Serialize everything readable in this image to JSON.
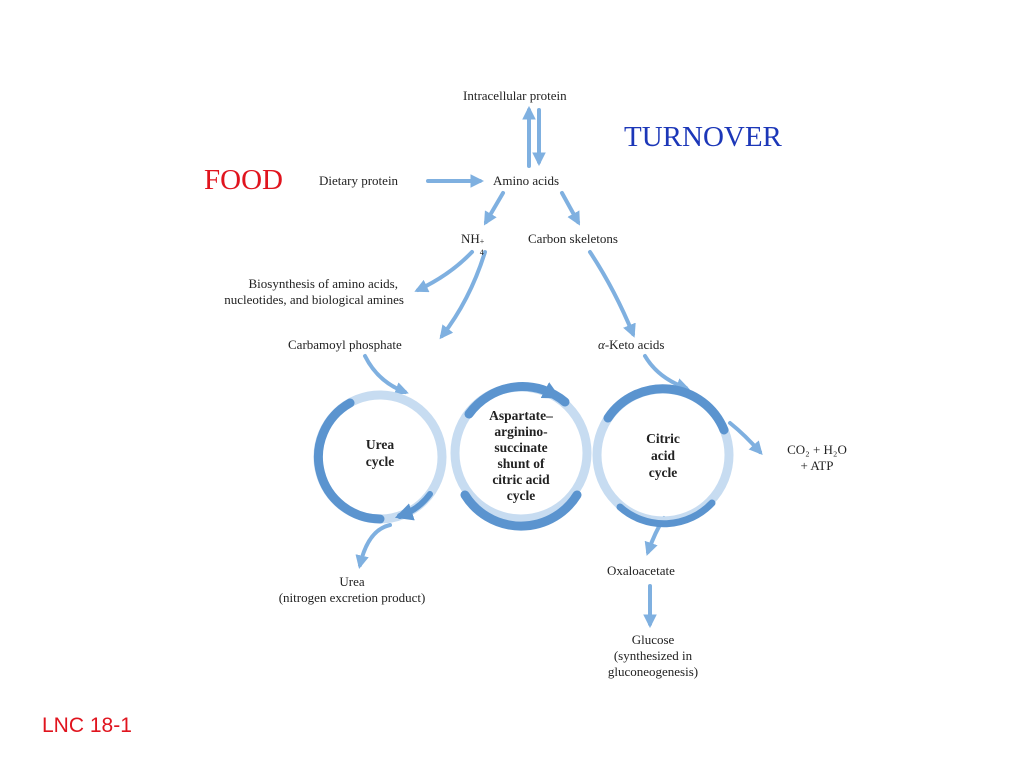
{
  "slide": {
    "food_label": "FOOD",
    "turnover_label": "TURNOVER",
    "footer_ref": "LNC 18-1"
  },
  "diagram": {
    "intracellular_protein": "Intracellular protein",
    "dietary_protein": "Dietary protein",
    "amino_acids": "Amino acids",
    "nh4": {
      "base": "NH",
      "sup": "+",
      "sub": "4"
    },
    "carbon_skeletons": "Carbon skeletons",
    "biosynthesis": [
      "Biosynthesis of amino acids,",
      "nucleotides, and biological amines"
    ],
    "carbamoyl_phosphate": "Carbamoyl phosphate",
    "keto_acids": {
      "greek": "α",
      "rest": "-Keto acids"
    },
    "urea_cycle": [
      "Urea",
      "cycle"
    ],
    "shunt": [
      "Aspartate–",
      "arginino-",
      "succinate",
      "shunt of",
      "citric acid",
      "cycle"
    ],
    "citric_cycle": [
      "Citric",
      "acid",
      "cycle"
    ],
    "products": {
      "line1": "CO₂ + H₂O",
      "line2": "+ ATP"
    },
    "urea": [
      "Urea",
      "(nitrogen excretion product)"
    ],
    "oxaloacetate": "Oxaloacetate",
    "glucose": [
      "Glucose",
      "(synthesized in",
      "gluconeogenesis)"
    ]
  },
  "colors": {
    "food": "#e0141e",
    "turnover": "#1c37b8",
    "footer": "#e0141e",
    "arrow": "#7fb0e0",
    "cycle_dark": "#5b94cf",
    "cycle_light": "#c7dcf1"
  }
}
